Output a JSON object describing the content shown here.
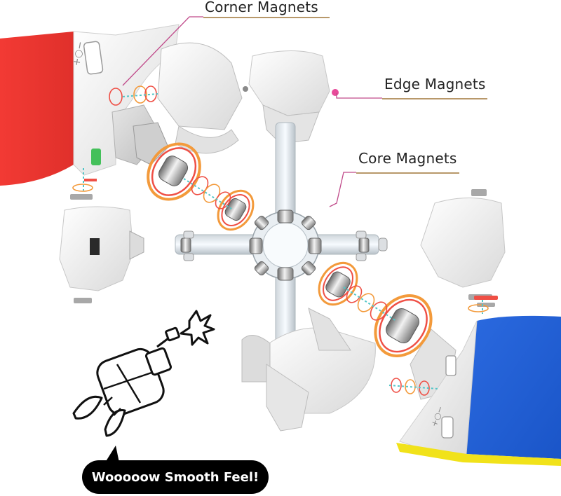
{
  "labels": {
    "corner": "Corner Magnets",
    "edge": "Edge Magnets",
    "core": "Core Magnets"
  },
  "speech_bubble": {
    "text": "Wooooow Smooth Feel!"
  },
  "colors": {
    "red_face": "#f23a34",
    "blue_face": "#1f5fd6",
    "yellow_face": "#f1e21a",
    "green_face": "#44c05a",
    "callout_line": "#b8986a",
    "pointer_line": "#c04a8a",
    "magnet_ring": "#ef4f45",
    "magnet_ring_outer": "#f39a3b",
    "field_line": "#52c6c8"
  },
  "icons": {
    "robot": "robot-cube-icon",
    "spark": "spark-icon"
  }
}
